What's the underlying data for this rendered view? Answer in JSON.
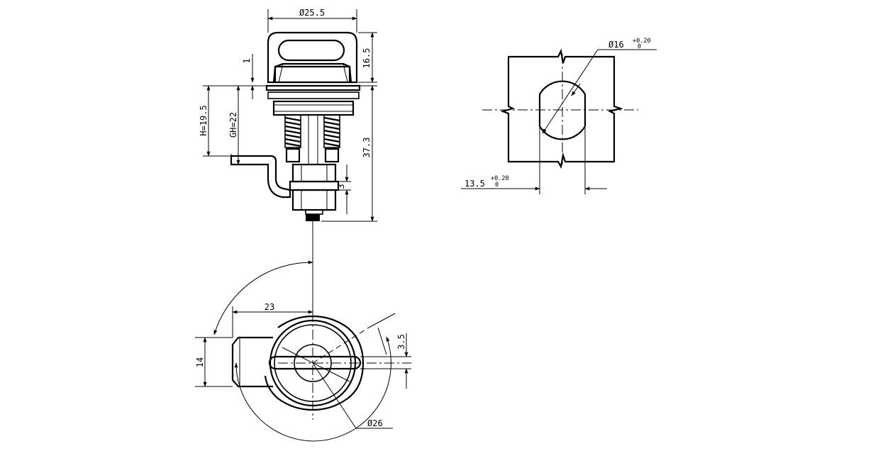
{
  "dimensions": {
    "dia_25_5": "Ø25.5",
    "h_16_5": "16.5",
    "h_1": "1",
    "h_19_5": "H=19.5",
    "gh_22": "GH=22",
    "h_37_3": "37.3",
    "h_3": "3",
    "w_23": "23",
    "h_14": "14",
    "h_3_5": "3.5",
    "dia_26": "Ø26",
    "dia_16": "Ø16",
    "w_13_5": "13.5",
    "tol_upper": "+0.20",
    "tol_lower": "0"
  }
}
